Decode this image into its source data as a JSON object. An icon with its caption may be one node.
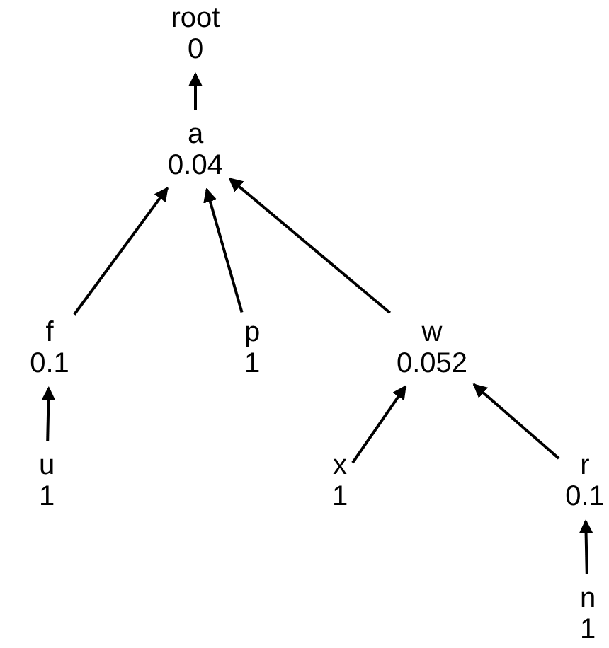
{
  "diagram": {
    "nodes": [
      {
        "text": [
          "root",
          "0"
        ]
      },
      {
        "text": [
          "a",
          "0.04"
        ]
      },
      {
        "text": [
          "f",
          "0.1"
        ]
      },
      {
        "text": [
          "p",
          "1"
        ]
      },
      {
        "text": [
          "w",
          "0.052"
        ]
      },
      {
        "text": [
          "u",
          "1"
        ]
      },
      {
        "text": [
          "x",
          "1"
        ]
      },
      {
        "text": [
          "r",
          "0.1"
        ]
      },
      {
        "text": [
          "n",
          "1"
        ]
      }
    ],
    "edges": [
      {
        "from": 1,
        "to": 0,
        "arrow": "to"
      },
      {
        "from": 2,
        "to": 1,
        "arrow": "to"
      },
      {
        "from": 3,
        "to": 1,
        "arrow": "to"
      },
      {
        "from": 4,
        "to": 1,
        "arrow": "to"
      },
      {
        "from": 5,
        "to": 2,
        "arrow": "to"
      },
      {
        "from": 6,
        "to": 4,
        "arrow": "to"
      },
      {
        "from": 7,
        "to": 4,
        "arrow": "to"
      },
      {
        "from": 8,
        "to": 7,
        "arrow": "to"
      }
    ]
  }
}
